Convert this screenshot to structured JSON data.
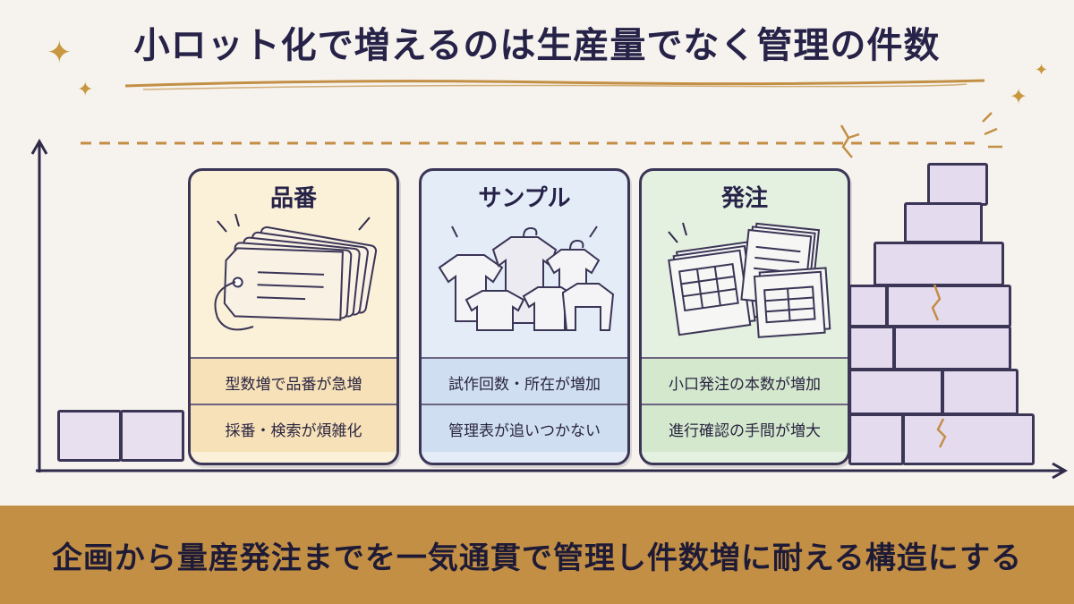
{
  "title": "小ロット化で増えるのは生産量でなく管理の件数",
  "cards": [
    {
      "title": "品番",
      "items": [
        "型数増で品番が急増",
        "採番・検索が煩雑化"
      ]
    },
    {
      "title": "サンプル",
      "items": [
        "試作回数・所在が増加",
        "管理表が追いつかない"
      ]
    },
    {
      "title": "発注",
      "items": [
        "小口発注の本数が増加",
        "進行確認の手間が増大"
      ]
    }
  ],
  "footer": "企画から量産発注までを一気通貫で管理し件数増に耐える構造にする",
  "colors": {
    "background": "#f6f3ee",
    "accent_gold": "#c28f45",
    "ink": "#262248",
    "card_hinban": "#fbf0d8",
    "card_sample": "#e3ecf7",
    "card_order": "#e4f0e0",
    "brick": "#e5dbef"
  },
  "icons": [
    "sparkle-icon",
    "price-tag-stack-icon",
    "clothes-hanger-icon",
    "document-stack-icon",
    "crack-icon"
  ]
}
